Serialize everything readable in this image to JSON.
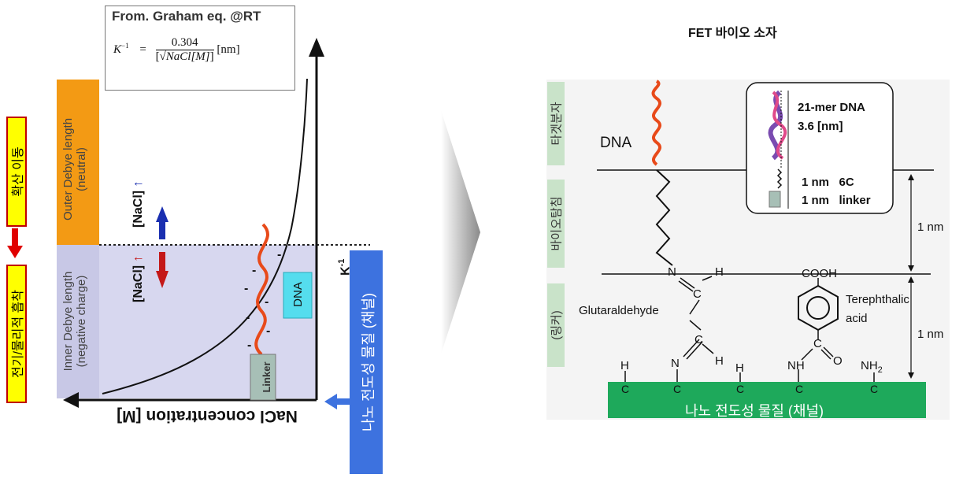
{
  "left_strip": {
    "top_label": "확산 이동",
    "bottom_label": "전기/물리적 흡착"
  },
  "formula": {
    "title": "From. Graham eq. @RT",
    "lhs": "K",
    "lhs_sup": "−1",
    "numerator": "0.304",
    "denominator": "NaCl[M]",
    "unit": "[nm]"
  },
  "plot": {
    "x_axis_label": "NaCl concentration [M]",
    "y_axis_label": "K",
    "y_axis_sup": "-1",
    "outer_zone": {
      "line1": "Outer Debye length",
      "line2": "(neutral)"
    },
    "inner_zone": {
      "line1": "Inner Debye length",
      "line2": "(negative charge)"
    },
    "nacl_up": "[NaCl]",
    "nacl_down": "[NaCl]",
    "dna_label": "DNA",
    "linker_label": "Linker",
    "channel_label": "나노 전도성 물질 (채널)",
    "minus": "-"
  },
  "right": {
    "title": "FET 바이오 소자",
    "tags": [
      "타겟분자",
      "바이오탐침",
      "(링커)"
    ],
    "dna": "DNA",
    "inset": {
      "line1": "21-mer DNA",
      "line2": "3.6 [nm]",
      "c6": "1 nm   6C",
      "linker": "1 nm   linker"
    },
    "dim1": "1 nm",
    "dim2": "1 nm",
    "glutar": "Glutaraldehyde",
    "tere1": "Terephthalic",
    "tere2": "acid",
    "cooh": "COOH",
    "N": "N",
    "H": "H",
    "C": "C",
    "O": "O",
    "NH": "NH",
    "NH2": "NH",
    "NH2_sub": "2",
    "channel_label": "나노 전도성 물질 (채널)",
    "colors": {
      "channel": "#1ea95b",
      "dna": "#e84a1a"
    }
  }
}
